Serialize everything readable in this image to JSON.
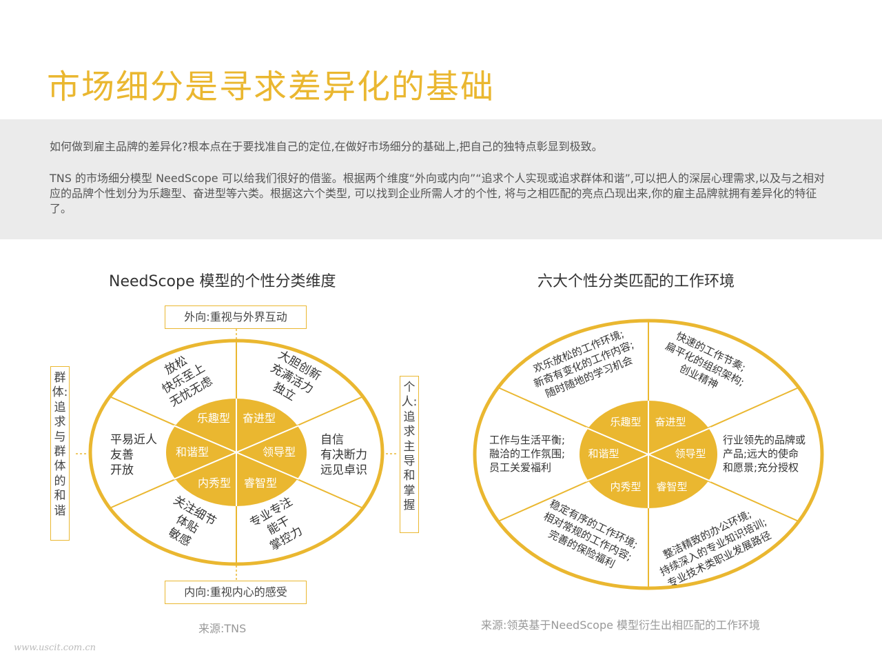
{
  "title": "市场细分是寻求差异化的基础",
  "intro": {
    "p1": "如何做到雇主品牌的差异化?根本点在于要找准自己的定位,在做好市场细分的基础上,把自己的独特点彰显到极致。",
    "p2": "TNS 的市场细分模型 NeedScope 可以给我们很好的借鉴。根据两个维度“外向或内向”“追求个人实现或追求群体和谐”,可以把人的深层心理需求,以及与之相对应的品牌个性划分为乐趣型、奋进型等六类。根据这六个类型, 可以找到企业所需人才的个性, 将与之相匹配的亮点凸现出来,你的雇主品牌就拥有差异化的特征了。"
  },
  "left": {
    "title": "NeedScope 模型的个性分类维度",
    "axis_top": "外向:重视与外界互动",
    "axis_bottom": "内向:重视内心的感受",
    "axis_left": "群体:追求与群体的和谐",
    "axis_right": "个人:追求主导和掌握",
    "types": [
      "乐趣型",
      "奋进型",
      "领导型",
      "睿智型",
      "内秀型",
      "和谐型"
    ],
    "traits": [
      [
        "放松",
        "快乐至上",
        "无忧无虑"
      ],
      [
        "大胆创新",
        "充满活力",
        "独立"
      ],
      [
        "自信",
        "有决断力",
        "远见卓识"
      ],
      [
        "专业专注",
        "能干",
        "掌控力"
      ],
      [
        "关注细节",
        "体贴",
        "敏感"
      ],
      [
        "平易近人",
        "友善",
        "开放"
      ]
    ],
    "source": "来源:TNS"
  },
  "right": {
    "title": "六大个性分类匹配的工作环境",
    "types": [
      "乐趣型",
      "奋进型",
      "领导型",
      "睿智型",
      "内秀型",
      "和谐型"
    ],
    "envs": [
      [
        "欢乐放松的工作环境;",
        "新奇有变化的工作内容;",
        "随时随地的学习机会"
      ],
      [
        "快速的工作节奏;",
        "扁平化的组织架构;",
        "创业精神"
      ],
      [
        "行业领先的品牌或",
        "产品;远大的使命",
        "和愿景;充分授权"
      ],
      [
        "整洁精致的办公环境;",
        "持续深入的专业知识培训;",
        "专业技术类职业发展路径"
      ],
      [
        "稳定有序的工作环境;",
        "相对常规的工作内容;",
        "完善的保险福利"
      ],
      [
        "工作与生活平衡;",
        "融洽的工作氛围;",
        "员工关爱福利"
      ]
    ],
    "source": "来源:领英基于NeedScope 模型衍生出相匹配的工作环境"
  },
  "watermark": "www.uscit.com.cn",
  "colors": {
    "accent": "#eab730",
    "band": "#ebebeb"
  }
}
